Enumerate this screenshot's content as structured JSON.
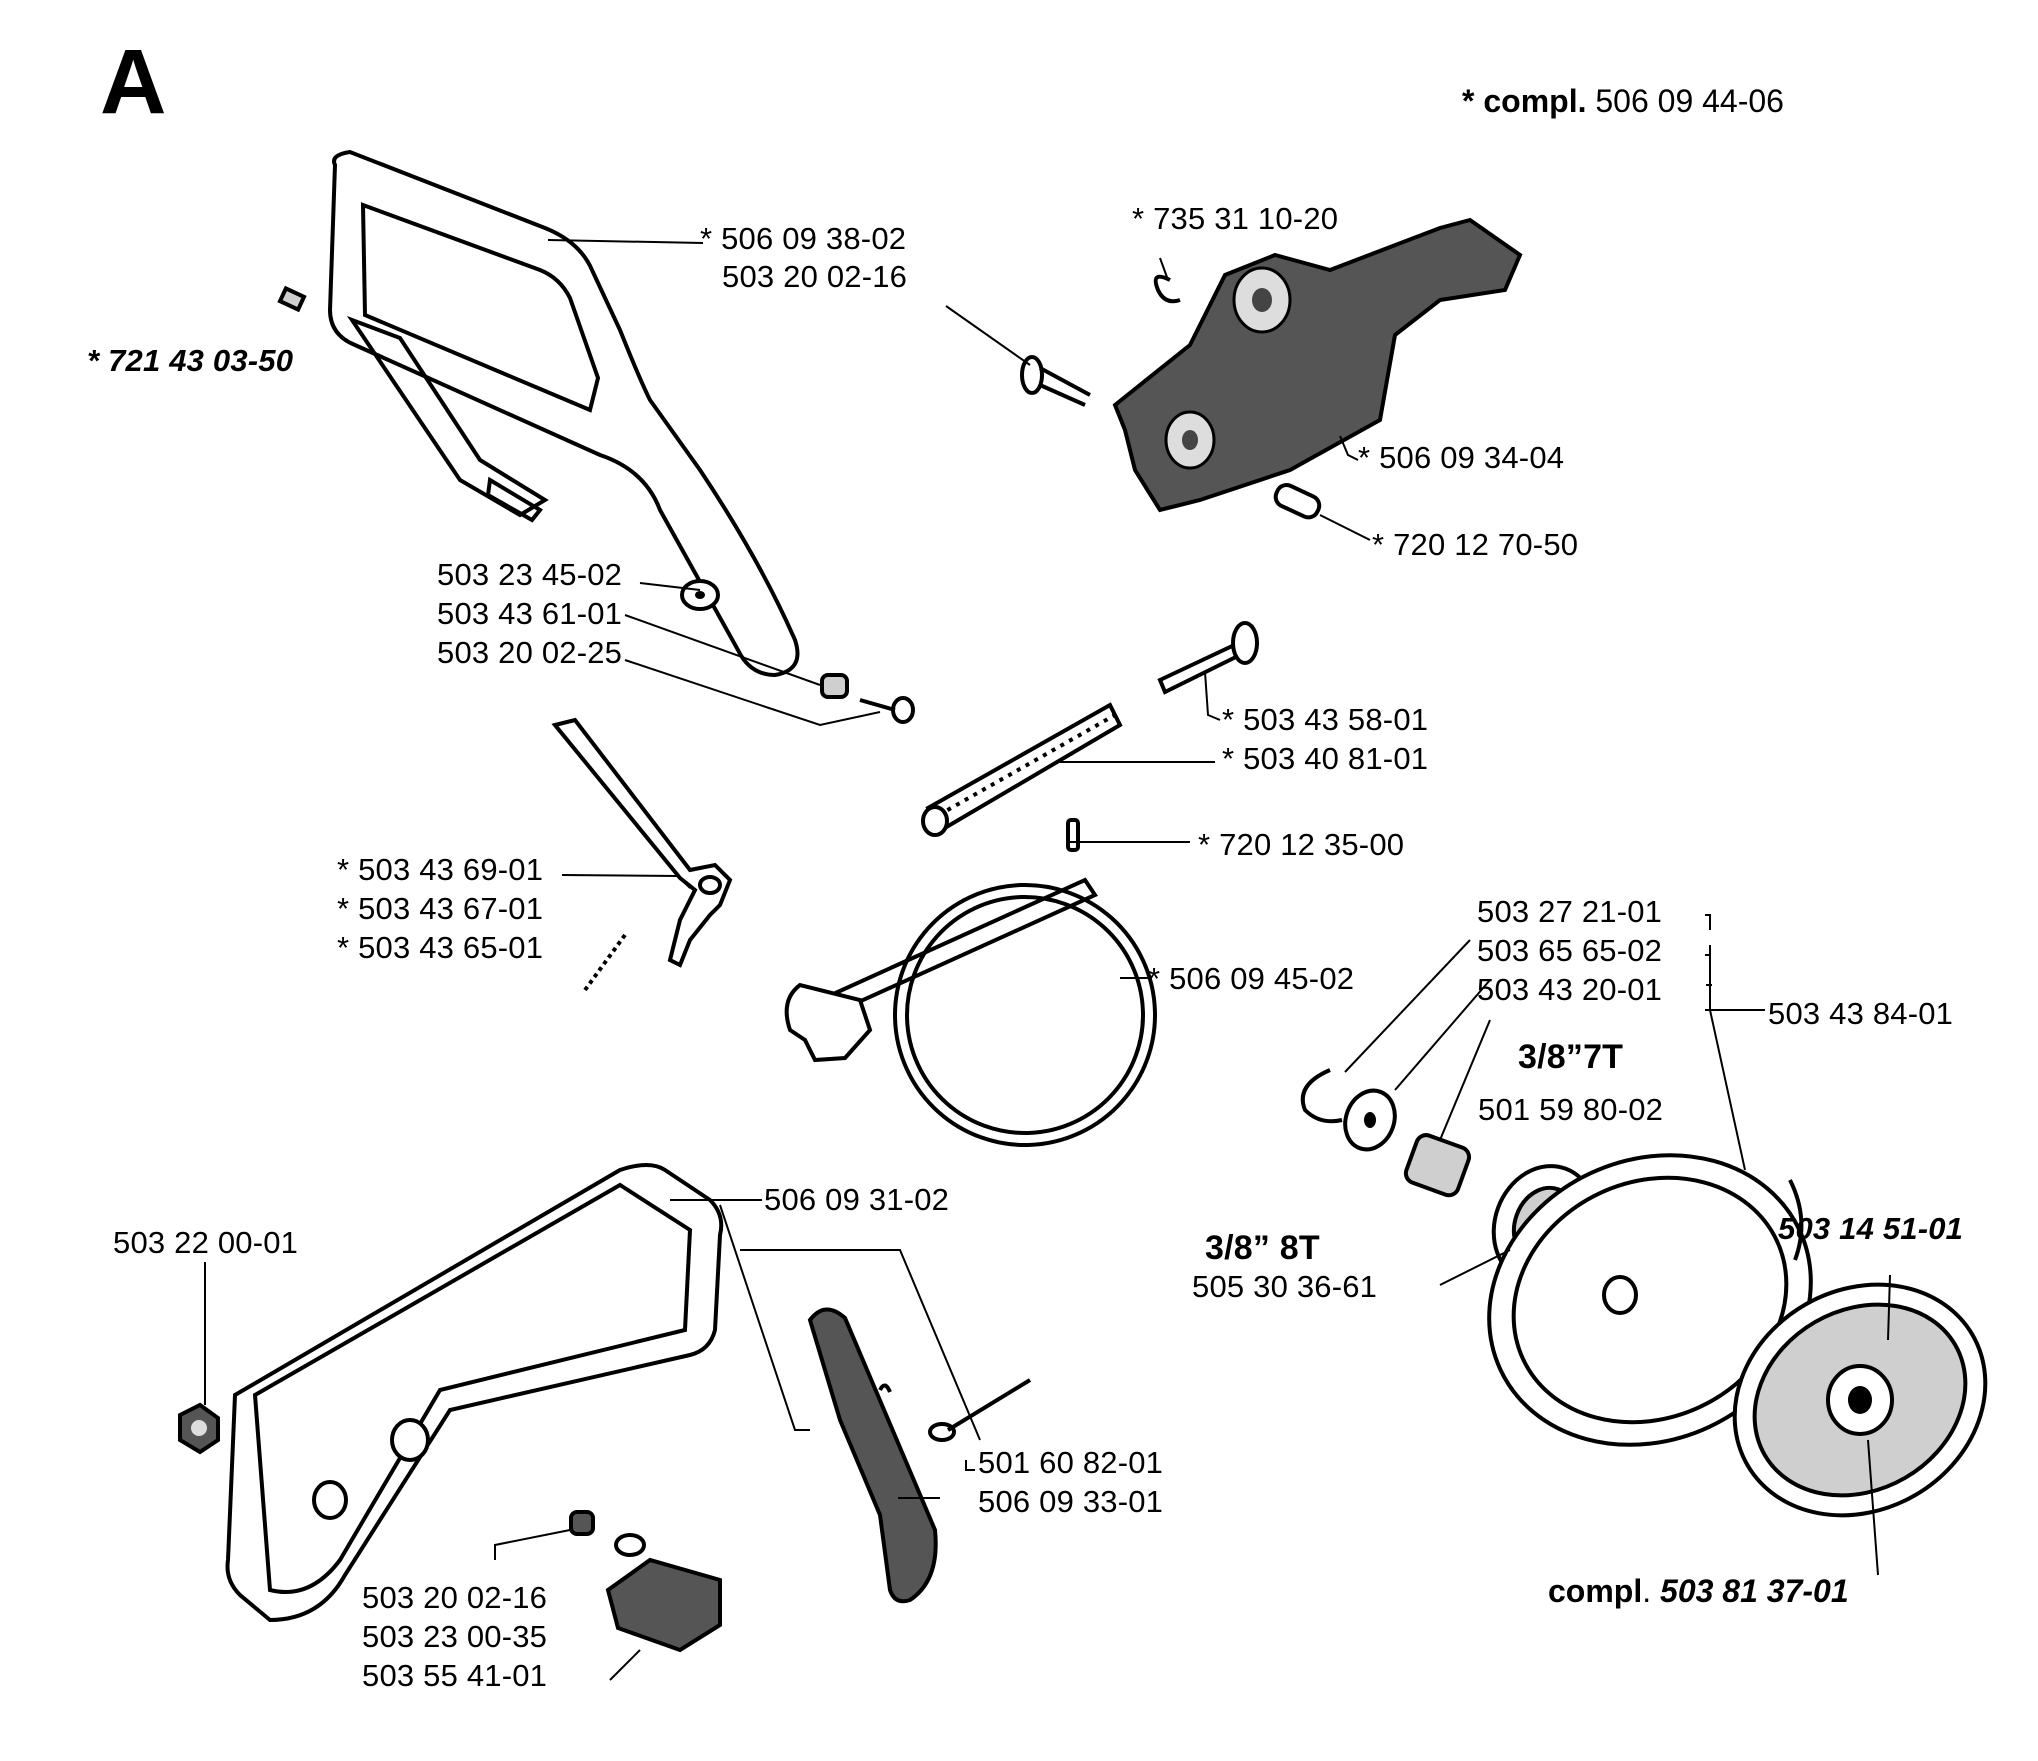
{
  "section_letter": "A",
  "assembly_note": {
    "asterisk": "*",
    "word": "compl.",
    "number": "506 09 44-06"
  },
  "clutch_note": {
    "word": "compl",
    "dot": ".",
    "number": "503 81 37-01"
  },
  "labels": {
    "handguard": {
      "star": "*",
      "line1": "506 09 38-02",
      "line2": "503 20 02-16"
    },
    "pin_left": {
      "text": "* 721 43 03-50"
    },
    "retaining_ring": {
      "star": "*",
      "number": "735 31 10-20"
    },
    "brake_housing": {
      "star": "*",
      "number": "506 09 34-04"
    },
    "sleeve": {
      "star": "*",
      "number": "720 12 70-50"
    },
    "washer_group": {
      "line1": "503 23 45-02",
      "line2": "503 43 61-01",
      "line3": "503 20 02-25"
    },
    "pin": {
      "star": "*",
      "number": "503 43 58-01"
    },
    "spring": {
      "star": "*",
      "number": "503 40 81-01"
    },
    "roll_pin": {
      "star": "*",
      "number": "720 12 35-00"
    },
    "lever_group": {
      "line1": "* 503 43 69-01",
      "line2": "* 503 43 67-01",
      "line3": "* 503 43 65-01"
    },
    "brake_band": {
      "star": "*",
      "number": "506 09 45-02"
    },
    "drum_group": {
      "line1": "503 27 21-01",
      "line2": "503 65 65-02",
      "line3": "503 43 20-01"
    },
    "drum_kit": {
      "number": "503 43 84-01"
    },
    "sprocket_7t": {
      "size": "3/8”7T",
      "number": "501 59 80-02"
    },
    "sprocket_8t": {
      "size": "3/8” 8T",
      "number": "505 30 36-61"
    },
    "cover": {
      "number": "506 09 31-02"
    },
    "nut": {
      "number": "503 22 00-01"
    },
    "clutch_shoe": {
      "number": "503 14 51-01"
    },
    "catcher_group": {
      "line1": "501 60 82-01",
      "line2": "506 09 33-01"
    },
    "bolt_group": {
      "line1": "503 20 02-16",
      "line2": "503 23 00-35",
      "line3": "503 55 41-01"
    }
  }
}
